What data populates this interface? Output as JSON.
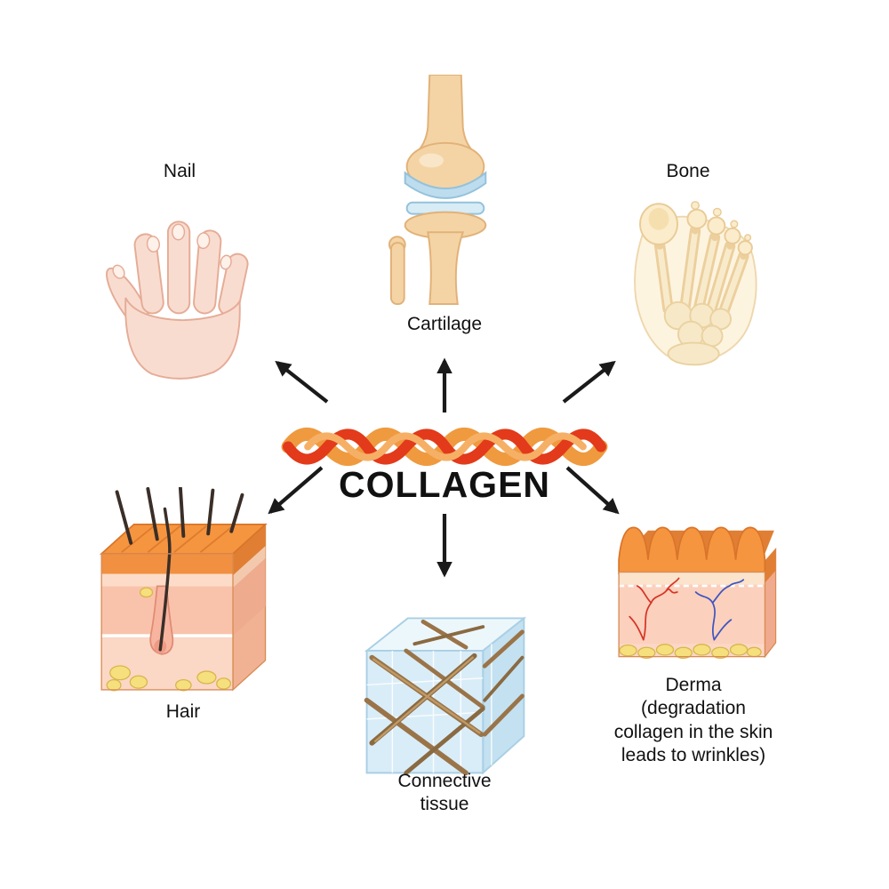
{
  "diagram": {
    "title": "COLLAGEN",
    "nodes": {
      "nail": "Nail",
      "cartilage": "Cartilage",
      "bone": "Bone",
      "hair": "Hair",
      "connective_tissue": "Connective\ntissue",
      "derma": "Derma\n(degradation\ncollagen in the skin\nleads to wrinkles)"
    },
    "colors": {
      "collagen_orange": "#f2a24e",
      "collagen_red": "#e23a1a",
      "skin_light": "#f9dcd0",
      "epidermis_orange": "#f5953f",
      "dermis_pink": "#f9c3ab",
      "cartilage_blue": "#bddcee",
      "bone_cream": "#f4d4a5",
      "fat_yellow": "#f6e07e",
      "fiber_brown": "#9a7448",
      "tissue_blue": "#d9edf8",
      "arrow_black": "#1a1a1a"
    }
  }
}
